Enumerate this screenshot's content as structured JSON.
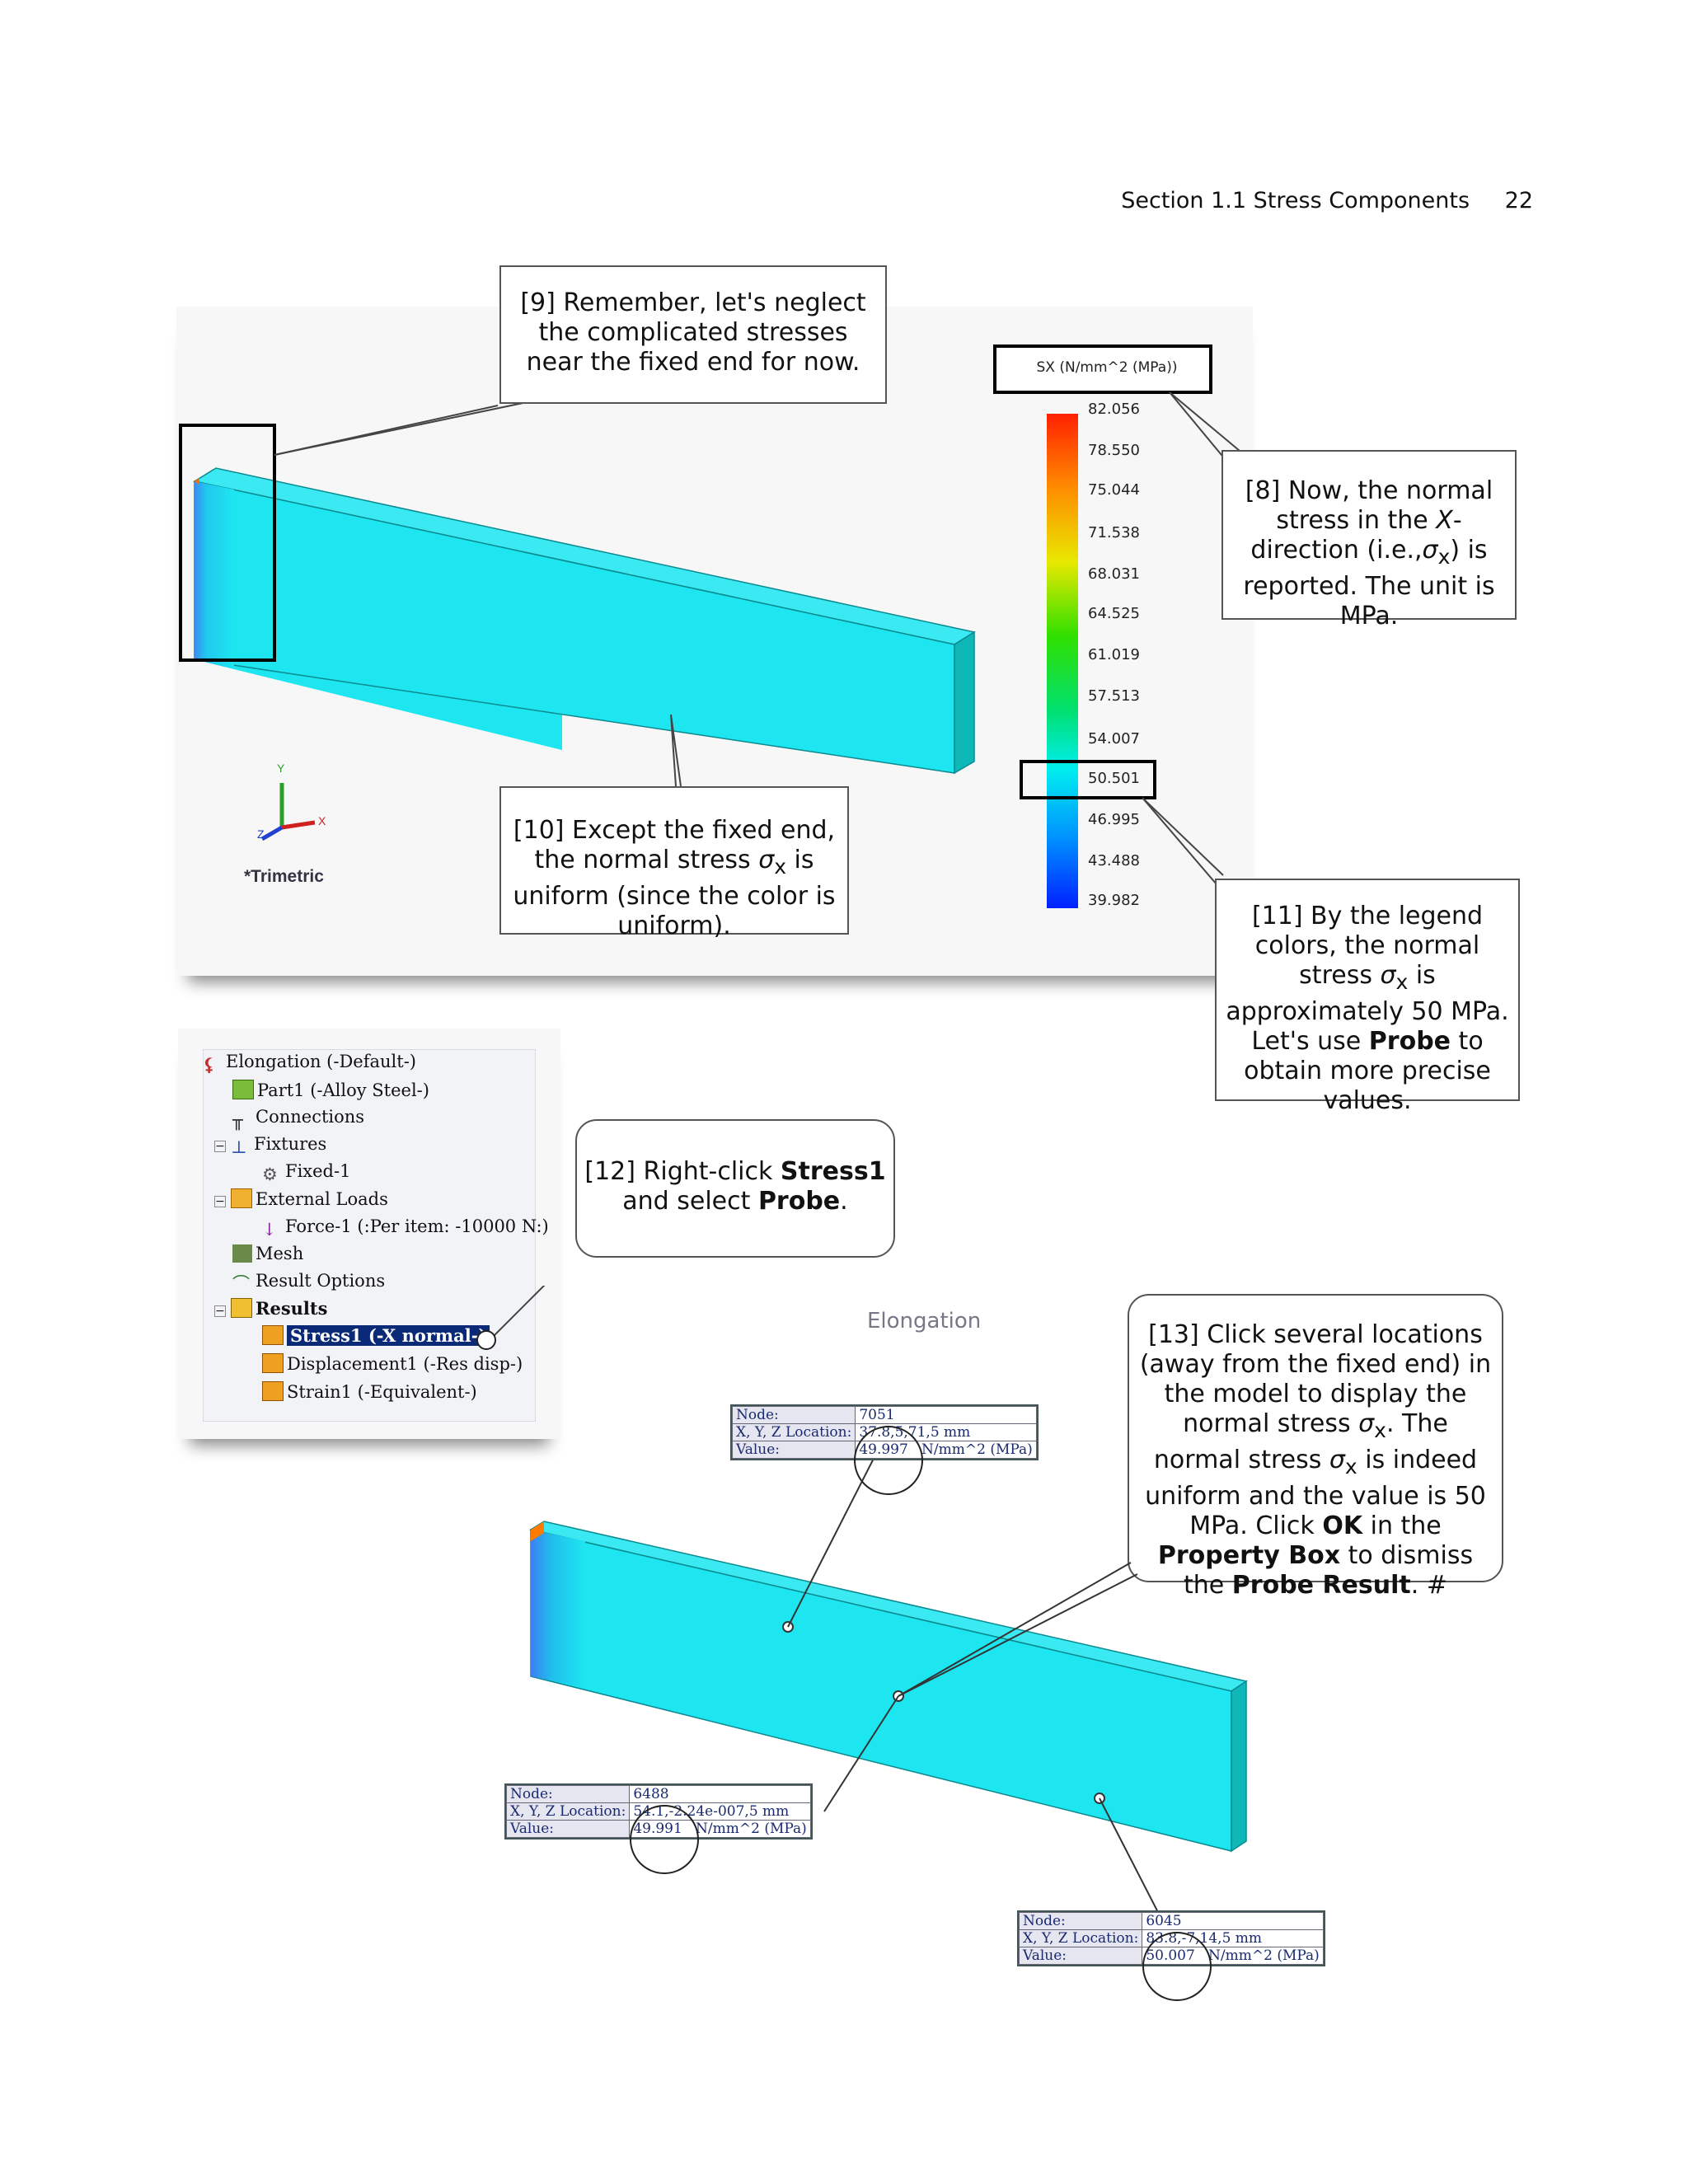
{
  "header": {
    "section": "Section 1.1  Stress Components",
    "page": "22"
  },
  "callouts": {
    "c9": "[9] Remember, let's neglect the complicated stresses near the fixed end for now.",
    "c8_a": "[8] Now, the normal stress in the ",
    "c8_b": "X",
    "c8_c": "-direction (i.e.,",
    "c8_sym": "σ",
    "c8_sub": "x",
    "c8_d": ") is reported. The unit is MPa.",
    "c10_a": "[10] Except the fixed end, the normal stress ",
    "c10_sym": "σ",
    "c10_sub": "x",
    "c10_b": " is uniform (since the color is uniform).",
    "c11_a": "[11] By the legend colors, the normal stress ",
    "c11_sym": "σ",
    "c11_sub": "x",
    "c11_b": " is approximately 50 MPa. Let's use ",
    "c11_bold": "Probe",
    "c11_c": " to obtain more precise values.",
    "c12_a": "[12] Right-click ",
    "c12_bold1": "Stress1",
    "c12_b": " and select ",
    "c12_bold2": "Probe",
    "c12_c": ".",
    "c13_a": "[13] Click several locations (away from the fixed end) in the model to display the  normal stress ",
    "c13_sym": "σ",
    "c13_sub": "x",
    "c13_b": ". The normal stress ",
    "c13_sym2": "σ",
    "c13_sub2": "x",
    "c13_c": " is indeed uniform and the value is 50 MPa.  Click ",
    "c13_bold1": "OK",
    "c13_d": " in the ",
    "c13_bold2": "Property Box",
    "c13_e": " to dismiss the ",
    "c13_bold3": "Probe Result",
    "c13_f": ". #"
  },
  "viewport1": {
    "view_label": "*Trimetric",
    "axis_x": "X",
    "axis_y": "Y",
    "axis_z": "Z",
    "legend_title": "SX (N/mm^2 (MPa))",
    "legend_values": [
      "82.056",
      "78.550",
      "75.044",
      "71.538",
      "68.031",
      "64.525",
      "61.019",
      "57.513",
      "54.007",
      "50.501",
      "46.995",
      "43.488",
      "39.982"
    ],
    "colors": {
      "beam": "#1ee6f0",
      "beam_top": "#3be9f2",
      "beam_end": "#0fb8b8"
    }
  },
  "tree": {
    "root": "Elongation (-Default-)",
    "items": [
      "Part1 (-Alloy Steel-)",
      "Connections",
      "Fixtures",
      "Fixed-1",
      "External Loads",
      "Force-1 (:Per item: -10000 N:)",
      "Mesh",
      "Result Options",
      "Results",
      "Stress1 (-X normal-)",
      "Displacement1 (-Res disp-)",
      "Strain1 (-Equivalent-)"
    ]
  },
  "viewport2": {
    "title": "Elongation",
    "probes": [
      {
        "node_label": "Node:",
        "node": "7051",
        "loc_label": "X, Y, Z Location:",
        "loc": "37.8,5,71,5 mm",
        "val_label": "Value:",
        "value": "49.997",
        "unit": "N/mm^2 (MPa)"
      },
      {
        "node_label": "Node:",
        "node": "6488",
        "loc_label": "X, Y, Z Location:",
        "loc": "54.1,-2.24e-007,5 mm",
        "val_label": "Value:",
        "value": "49.991",
        "unit": "N/mm^2 (MPa)"
      },
      {
        "node_label": "Node:",
        "node": "6045",
        "loc_label": "X, Y, Z Location:",
        "loc": "83.8,-7,14,5 mm",
        "val_label": "Value:",
        "value": "50.007",
        "unit": "N/mm^2 (MPa)"
      }
    ]
  }
}
